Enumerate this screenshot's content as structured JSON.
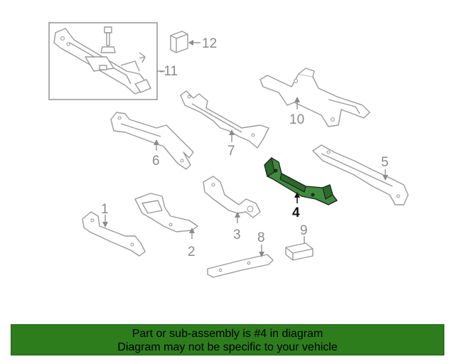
{
  "diagram": {
    "callouts": {
      "c1": "1",
      "c2": "2",
      "c3": "3",
      "c4": "4",
      "c5": "5",
      "c6": "6",
      "c7": "7",
      "c8": "8",
      "c9": "9",
      "c10": "10",
      "c11": "-11",
      "c12": "12"
    },
    "highlighted_part": "4",
    "colors": {
      "highlight": "#3f8a3f",
      "banner": "#2e7d1d",
      "line": "#9a9a9a"
    }
  },
  "banner": {
    "line1": "Part or sub-assembly is #4 in diagram",
    "line2": "Diagram may not be specific to your vehicle"
  }
}
